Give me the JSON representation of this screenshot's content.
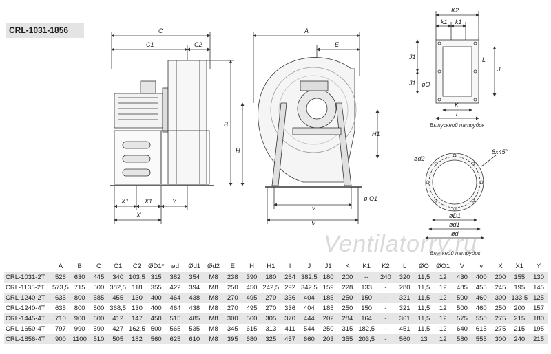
{
  "title": "CRL-1031-1856",
  "watermark": "Ventilatorry.ru",
  "captions": {
    "outlet": "Выпускной патрубок",
    "inlet": "Впускной патрубок"
  },
  "labels": {
    "C": "C",
    "C1": "C1",
    "C2": "C2",
    "B": "B",
    "H": "H",
    "X1": "X1",
    "Y": "Y",
    "X": "X",
    "A": "A",
    "E": "E",
    "H1": "H1",
    "v": "v",
    "V": "V",
    "O1": "ø O1",
    "K2": "K2",
    "k1": "k1",
    "J1": "J1",
    "J": "J",
    "L": "L",
    "O": "øO",
    "K": "K",
    "l": "l",
    "d2": "ød2",
    "holes": "8x45°",
    "D1": "øD1",
    "d1": "ød1",
    "d": "ød"
  },
  "table": {
    "headers": [
      "",
      "A",
      "B",
      "C",
      "C1",
      "C2",
      "ØD1*",
      "ød",
      "Ød1",
      "Ød2",
      "E",
      "H",
      "H1",
      "I",
      "J",
      "J1",
      "K",
      "K1",
      "K2",
      "L",
      "ØO",
      "ØO1",
      "V",
      "v",
      "X",
      "X1",
      "Y"
    ],
    "rows": [
      [
        "CRL-1031-2T",
        "526",
        "630",
        "445",
        "340",
        "103,5",
        "315",
        "382",
        "354",
        "M8",
        "238",
        "390",
        "180",
        "264",
        "382,5",
        "180",
        "200",
        "--",
        "240",
        "320",
        "11,5",
        "12",
        "430",
        "400",
        "200",
        "155",
        "130"
      ],
      [
        "CRL-1135-2T",
        "573,5",
        "715",
        "500",
        "382,5",
        "118",
        "355",
        "422",
        "394",
        "M8",
        "250",
        "450",
        "242,5",
        "292",
        "342,5",
        "159",
        "228",
        "133",
        "-",
        "280",
        "11,5",
        "12",
        "485",
        "455",
        "245",
        "195",
        "145"
      ],
      [
        "CRL-1240-2T",
        "635",
        "800",
        "585",
        "455",
        "130",
        "400",
        "464",
        "438",
        "M8",
        "270",
        "495",
        "270",
        "336",
        "404",
        "185",
        "250",
        "150",
        "-",
        "321",
        "11,5",
        "12",
        "500",
        "460",
        "300",
        "133,5",
        "125"
      ],
      [
        "CRL-1240-4T",
        "635",
        "800",
        "500",
        "368,5",
        "130",
        "400",
        "464",
        "438",
        "M8",
        "270",
        "495",
        "270",
        "336",
        "404",
        "185",
        "250",
        "150",
        "-",
        "321",
        "11,5",
        "12",
        "500",
        "460",
        "250",
        "200",
        "157"
      ],
      [
        "CRL-1445-4T",
        "710",
        "900",
        "600",
        "412",
        "147",
        "450",
        "515",
        "485",
        "M8",
        "300",
        "560",
        "305",
        "370",
        "444",
        "202",
        "284",
        "164",
        "-",
        "361",
        "11,5",
        "12",
        "575",
        "550",
        "275",
        "215",
        "180"
      ],
      [
        "CRL-1650-4T",
        "797",
        "990",
        "590",
        "427",
        "162,5",
        "500",
        "565",
        "535",
        "M8",
        "345",
        "615",
        "313",
        "411",
        "544",
        "250",
        "315",
        "182,5",
        "-",
        "451",
        "11,5",
        "12",
        "640",
        "615",
        "275",
        "215",
        "195"
      ],
      [
        "CRL-1856-4T",
        "900",
        "1100",
        "510",
        "505",
        "182",
        "560",
        "625",
        "610",
        "M8",
        "395",
        "680",
        "325",
        "457",
        "660",
        "203",
        "355",
        "203,5",
        "-",
        "560",
        "13",
        "12",
        "580",
        "555",
        "300",
        "240",
        "215"
      ]
    ]
  }
}
